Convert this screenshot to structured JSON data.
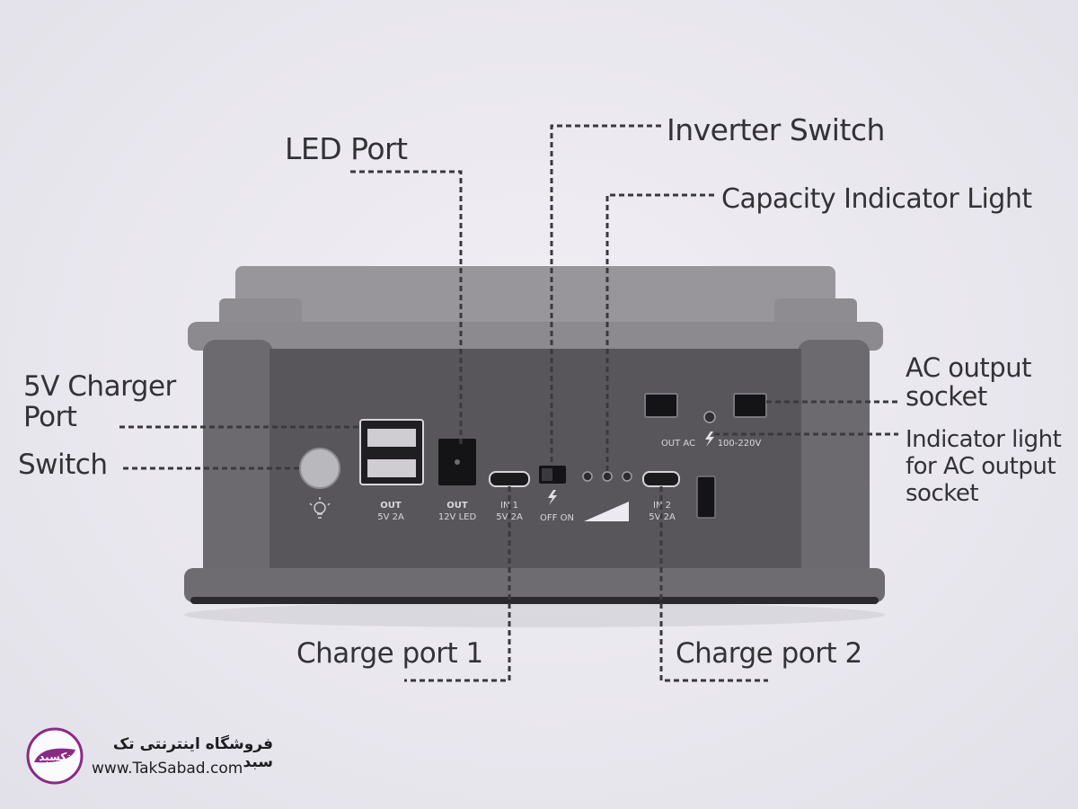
{
  "labels": {
    "inverter_switch": "Inverter Switch",
    "led_port": "LED Port",
    "capacity_indicator": "Capacity Indicator Light",
    "charger_port_line1": "5V Charger",
    "charger_port_line2": "Port",
    "switch": "Switch",
    "ac_socket_line1": "AC output",
    "ac_socket_line2": "socket",
    "ac_indicator_line1": "Indicator light",
    "ac_indicator_line2": "for AC output",
    "ac_indicator_line3": "socket",
    "charge_port_1": "Charge port 1",
    "charge_port_2": "Charge port 2"
  },
  "device_markings": {
    "usb_out_title": "OUT",
    "usb_out_spec": "5V 2A",
    "led_out_title": "OUT",
    "led_out_spec": "12V LED",
    "in1_title": "IN 1",
    "in1_spec": "5V 2A",
    "inverter_off_on": "OFF ON",
    "ac_out_label": "OUT AC",
    "ac_voltage": "100-220V",
    "in2_title": "IN 2",
    "in2_spec": "5V 2A"
  },
  "branding": {
    "store_name": "فروشگاه اینترنتی تک سبد",
    "url": "www.TakSabad.com",
    "logo_text": "تکسبد"
  },
  "colors": {
    "device_body": "#6f6d72",
    "device_face": "#5a585d",
    "device_top": "#9a989c",
    "logo_ring": "#8a2a86",
    "label_text": "#333236"
  }
}
